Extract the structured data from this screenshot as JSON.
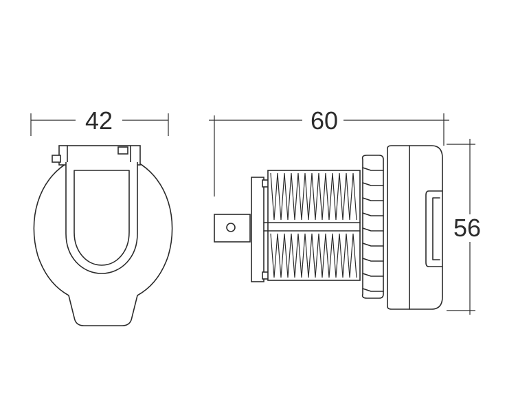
{
  "dimensions": {
    "front_width": "42",
    "side_length": "60",
    "side_height": "56"
  },
  "colors": {
    "line": "#2b2b2b",
    "background": "#ffffff"
  }
}
